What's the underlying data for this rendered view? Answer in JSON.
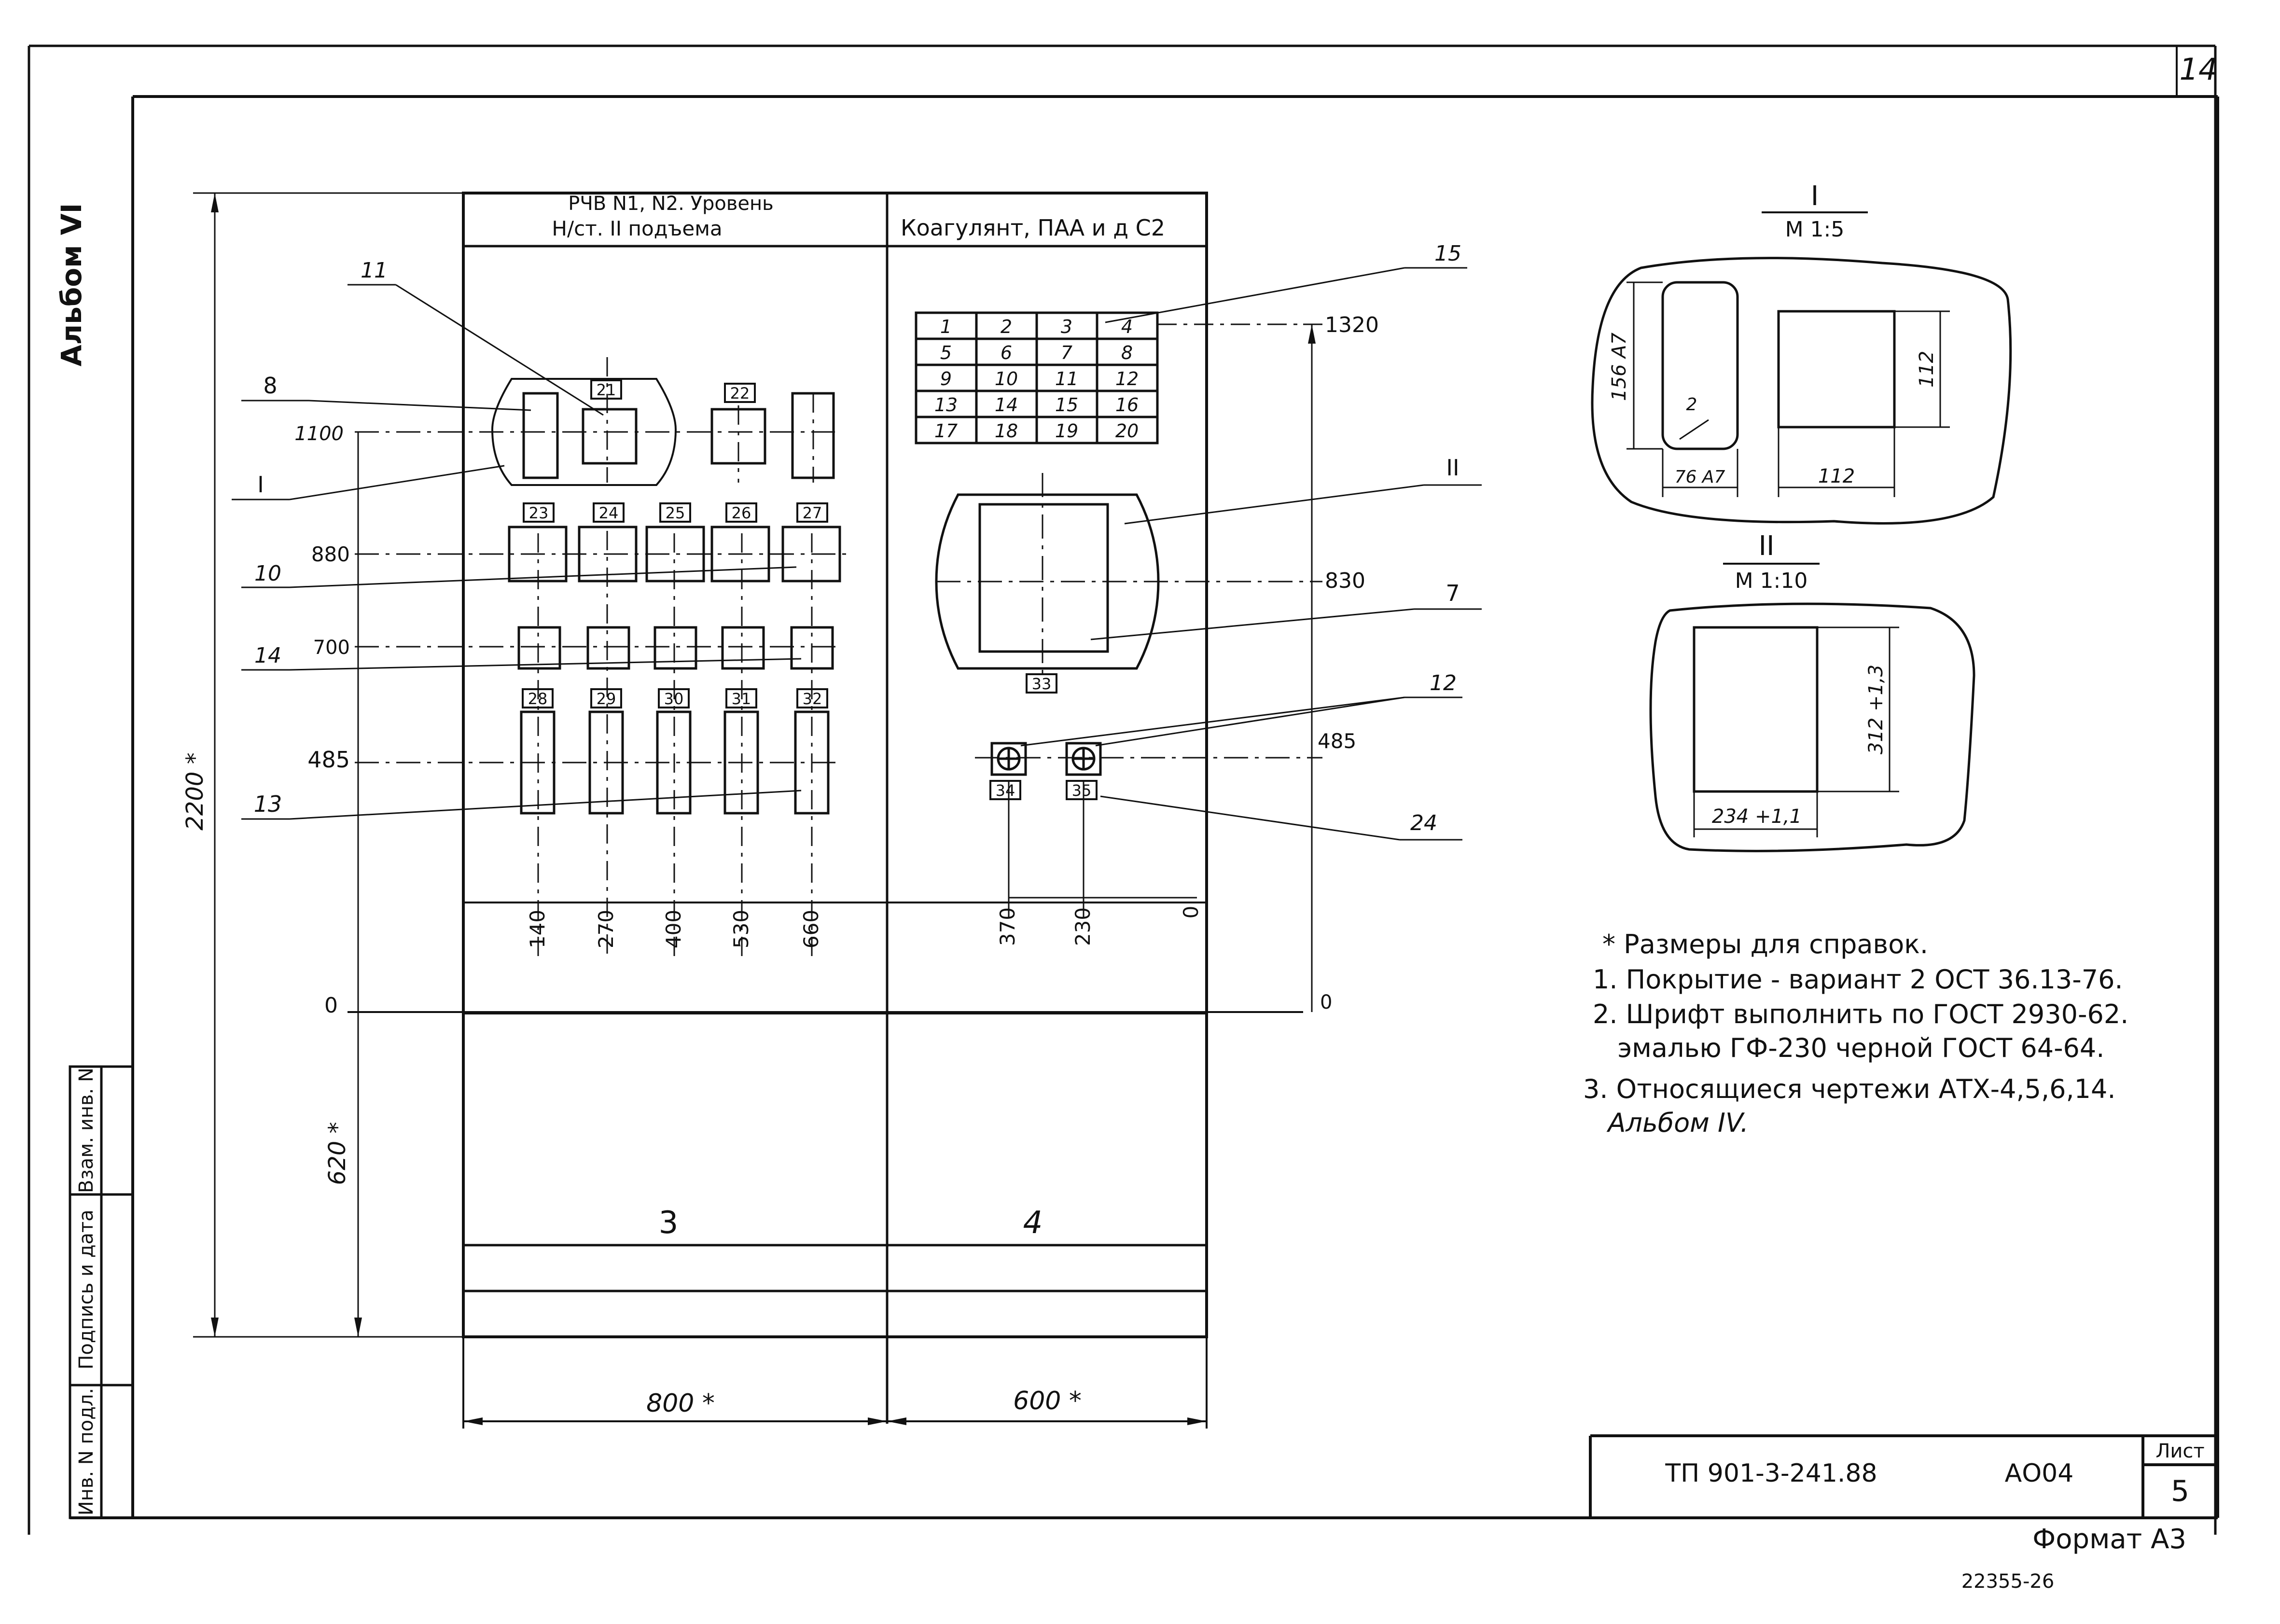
{
  "sheet_corner_number": "14",
  "side_album_label": "Альбом VI",
  "panel": {
    "left_header_line1": "РЧВ N1, N2. Уровень",
    "left_header_line2": "Н/ст. II подъема",
    "right_header": "Коагулянт, ПАА и д С2",
    "bottom_label_left": "3",
    "bottom_label_right": "4",
    "width_left": "800 *",
    "width_right": "600 *"
  },
  "grid_cells": [
    "1",
    "2",
    "3",
    "4",
    "5",
    "6",
    "7",
    "8",
    "9",
    "10",
    "11",
    "12",
    "13",
    "14",
    "15",
    "16",
    "17",
    "18",
    "19",
    "20"
  ],
  "element_tags": {
    "t21": "21",
    "t22": "22",
    "t23": "23",
    "t24": "24",
    "t25": "25",
    "t26": "26",
    "t27": "27",
    "t28": "28",
    "t29": "29",
    "t30": "30",
    "t31": "31",
    "t32": "32",
    "t33": "33",
    "t34": "34",
    "t35": "35"
  },
  "callouts": {
    "c8": "8",
    "c11": "11",
    "c1": "I",
    "c10": "10",
    "c14": "14",
    "c13": "13",
    "c15": "15",
    "c2": "II",
    "c7": "7",
    "c12": "12",
    "c24": "24"
  },
  "dims_left": {
    "h1100": "1100",
    "h880": "880",
    "h700": "700",
    "h485": "485",
    "h0": "0",
    "total": "2200 *",
    "base": "620 *"
  },
  "dims_right": {
    "h1320": "1320",
    "h830": "830",
    "h485": "485",
    "h0": "0"
  },
  "x_dims_left": [
    "140",
    "270",
    "400",
    "530",
    "660"
  ],
  "x_dims_right": [
    "370",
    "230",
    "0"
  ],
  "detail_I": {
    "title": "I",
    "scale": "М 1:5",
    "height": "156 А7",
    "width": "76 А7",
    "radius": "2",
    "sq_width": "112",
    "sq_height": "112"
  },
  "detail_II": {
    "title": "II",
    "scale": "М 1:10",
    "width": "234 +1,1",
    "height": "312 +1,3"
  },
  "notes": [
    "* Размеры для справок.",
    "1. Покрытие - вариант 2 ОСТ 36.13-76.",
    "2. Шрифт выполнить по ГОСТ 2930-62.",
    "   эмалью ГФ-230 черной ГОСТ 64-64.",
    "3. Относящиеся чертежи АТХ-4,5,6,14.",
    "   Альбом IV."
  ],
  "side_table": [
    "Инв. N подл.",
    "Подпись и дата",
    "Взам. инв. N"
  ],
  "title_block": {
    "code": "ТП 901-3-241.88",
    "mark": "АО04",
    "sheet_label": "Лист",
    "sheet_number": "5"
  },
  "format": "Формат А3",
  "footer_stamp": "22355-26"
}
